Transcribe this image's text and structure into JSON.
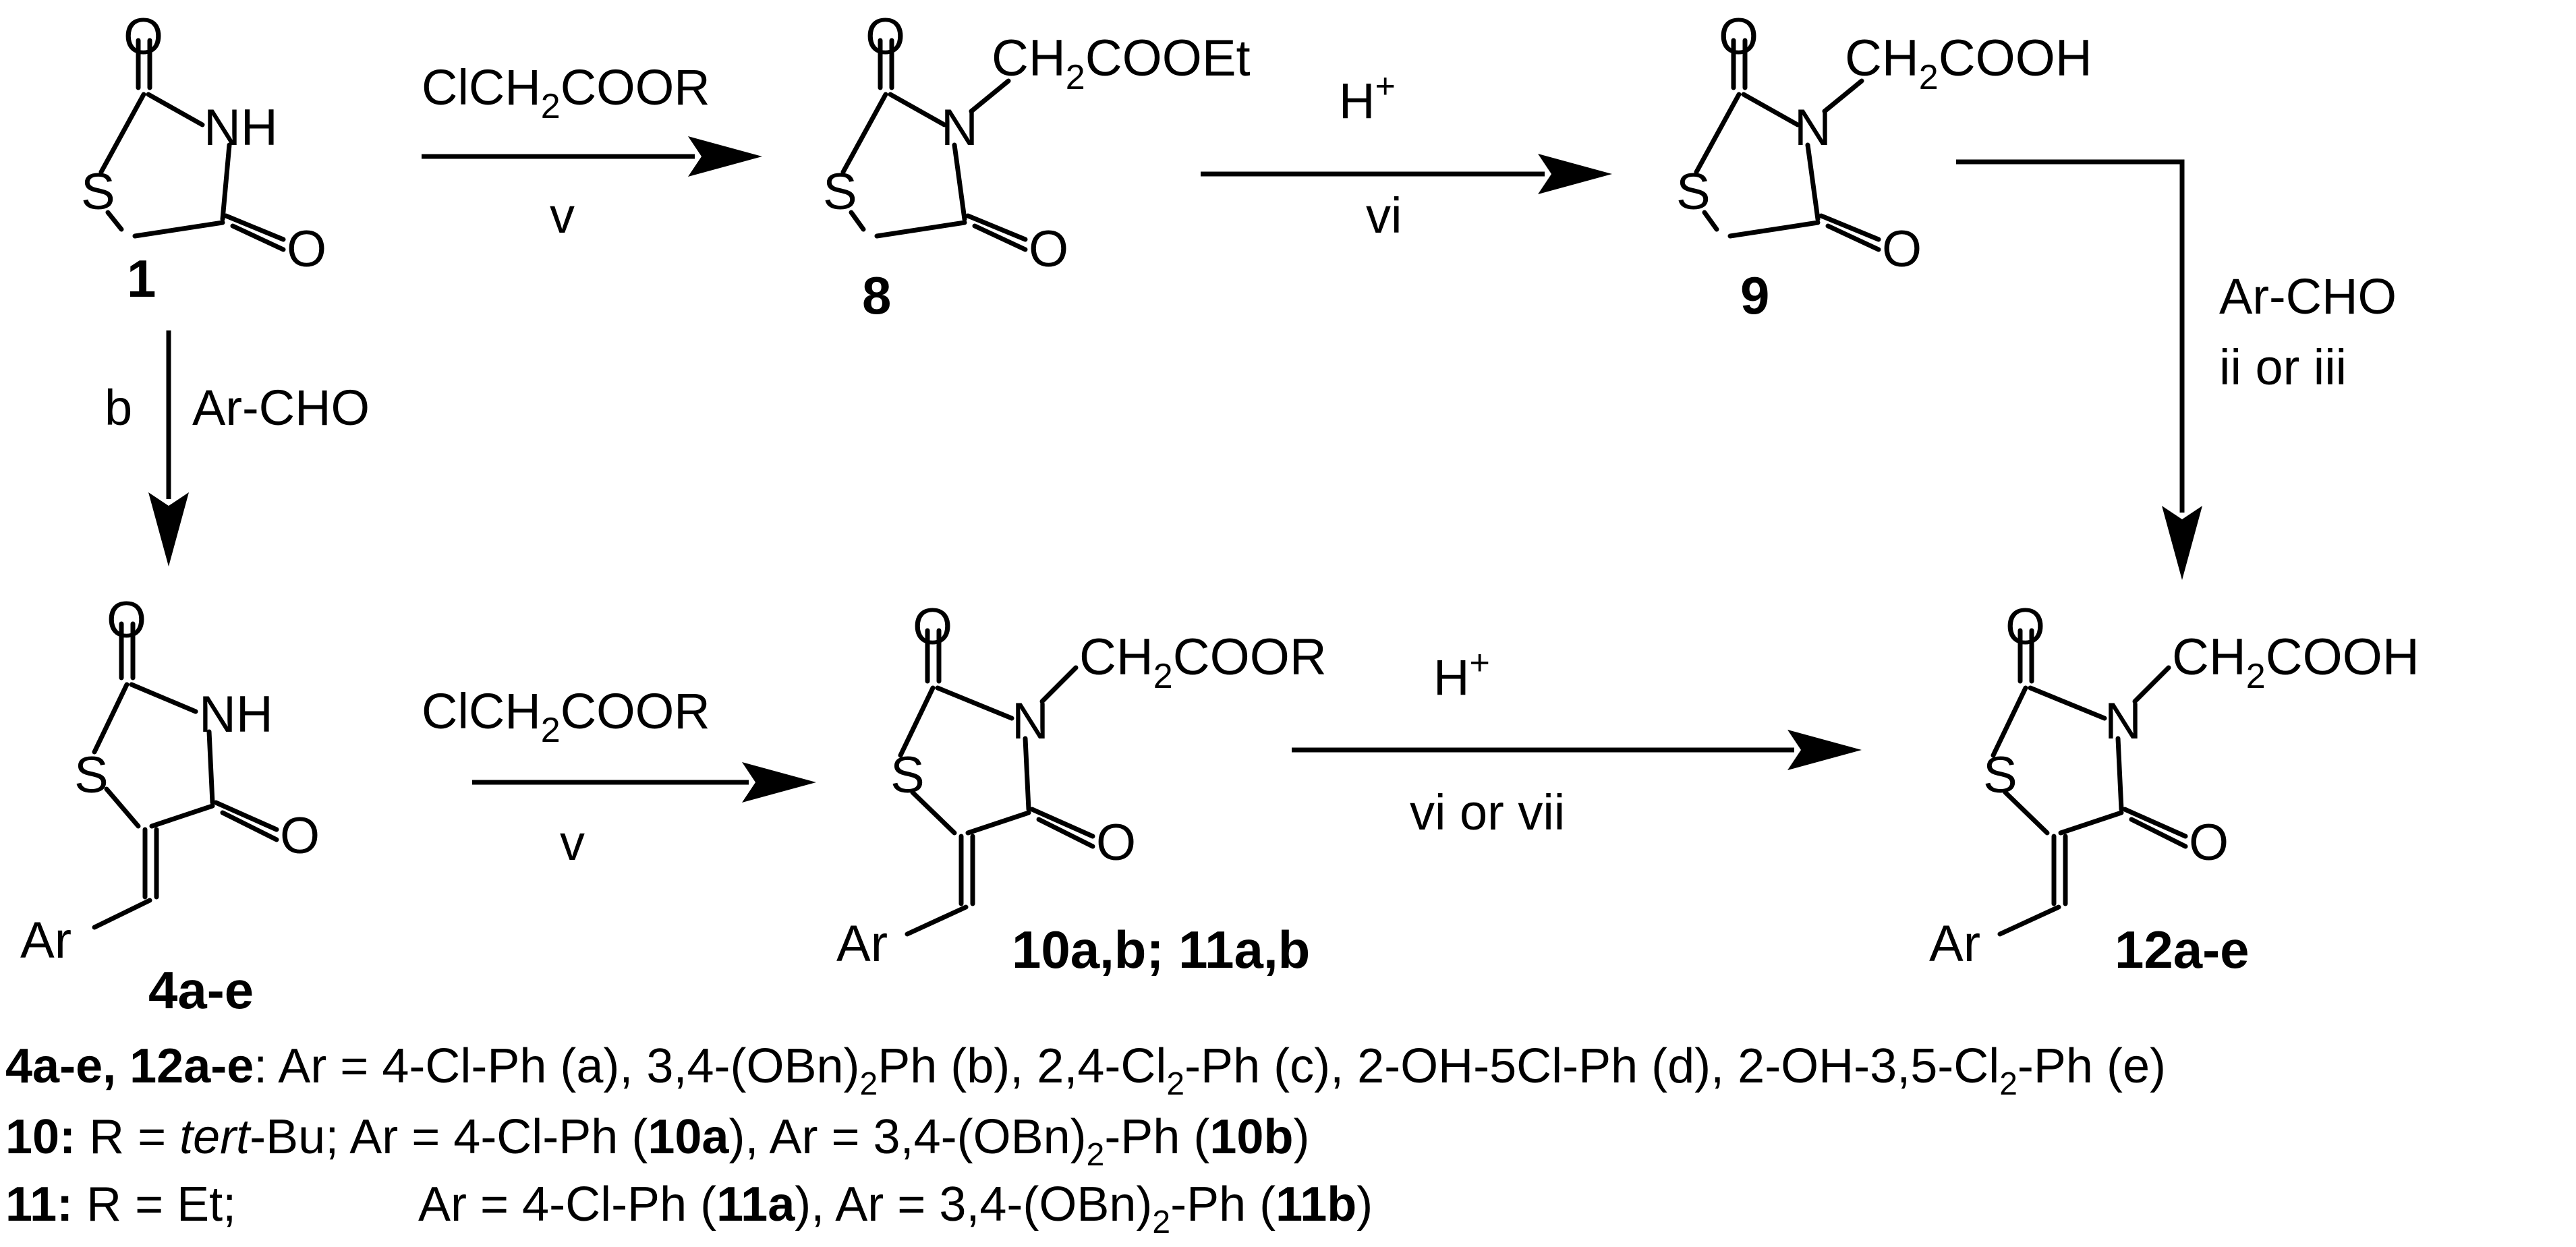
{
  "compounds": {
    "c1": "1",
    "c8": "8",
    "c9": "9",
    "c4": "4a-e",
    "c10_11": "10a,b; 11a,b",
    "c12": "12a-e"
  },
  "atoms": {
    "O": "O",
    "S": "S",
    "N": "N",
    "NH": "NH",
    "Ar": "Ar"
  },
  "substituents": {
    "ester_et": "CH2COOEt",
    "acid": "CH2COOH",
    "ester_r": "CH2COOR"
  },
  "reagents": {
    "r1_top": "ClCH2COOR",
    "r1_bottom": "v",
    "r2_top": "H+",
    "r2_bottom": "vi",
    "r3_line1": "Ar-CHO",
    "r3_line2": "ii or iii",
    "r4_left": "b",
    "r4_right": "Ar-CHO",
    "r5_top": "ClCH2COOR",
    "r5_bottom": "v",
    "r6_top": "H+",
    "r6_bottom": "vi or vii"
  },
  "legend": {
    "line1": {
      "bold_label": "4a-e, 12a-e",
      "text": ": Ar = 4-Cl-Ph (a), 3,4-(OBn)",
      "sub1": "2",
      "text2": "Ph (b), 2,4-Cl",
      "sub2": "2",
      "text3": "-Ph (c), 2-OH-5Cl-Ph (d), 2-OH-3,5-Cl",
      "sub3": "2",
      "text4": "-Ph (e)"
    },
    "line2": {
      "bold_label": "10:",
      "text": " R = ",
      "italic": "tert",
      "text2": "-Bu;  Ar = 4-Cl-Ph (",
      "bold_a": "10a",
      "text3": "), Ar = 3,4-(OBn)",
      "sub": "2",
      "text4": "-Ph (",
      "bold_b": "10b",
      "text5": ")"
    },
    "line3": {
      "bold_label": "11:",
      "text": " R = Et;",
      "text2": "Ar = 4-Cl-Ph (",
      "bold_a": "11a",
      "text3": "),  Ar = 3,4-(OBn)",
      "sub": "2",
      "text4": "-Ph (",
      "bold_b": "11b",
      "text5": ")"
    }
  }
}
